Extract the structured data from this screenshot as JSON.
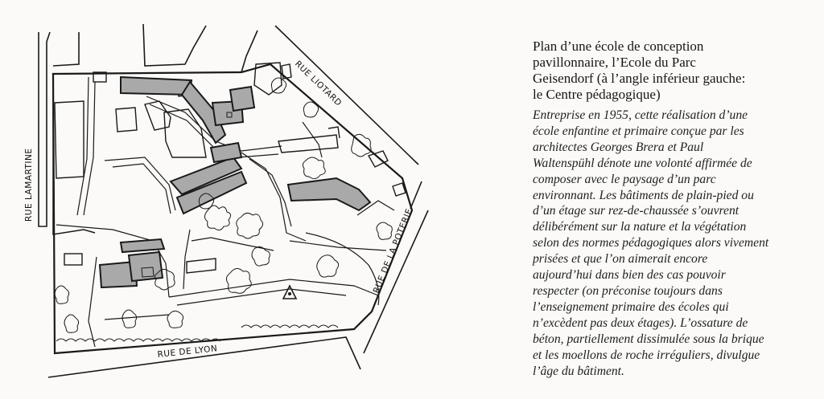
{
  "map": {
    "streets": {
      "lamartine": "RUE LAMARTINE",
      "liotard": "RUE LIOTARD",
      "poterie": "RUE DE LA POTERIE",
      "lyon": "RUE DE LYON"
    },
    "colors": {
      "school_building": "#a9a9a9",
      "line": "#1a1a1a",
      "paper": "#fbfaf8"
    }
  },
  "caption": "Plan d’une école de conception\npavillonnaire, l’Ecole du Parc\nGeisendorf (à l’angle inférieur gauche:\nle Centre pédagogique)",
  "body": "Entreprise en 1955, cette réalisation d’une\nécole enfantine et primaire conçue par les\narchitectes Georges Brera et Paul\nWaltenspühl dénote une volonté affirmée de\ncomposer avec le paysage d’un parc\nenvironnant. Les bâtiments de plain-pied ou\nd’un étage sur rez-de-chaussée s’ouvrent\ndélibérément sur la nature et la végétation\nselon des normes pédagogiques alors vivement\nprisées et que l’on aimerait encore\naujourd’hui dans bien des cas pouvoir\nrespecter (on préconise toujours dans\nl’enseignement primaire des écoles qui\nn’excèdent pas deux étages). L’ossature de\nbéton, partiellement dissimulée sous la brique\net les moellons de roche irréguliers, divulgue\nl’âge du bâtiment."
}
